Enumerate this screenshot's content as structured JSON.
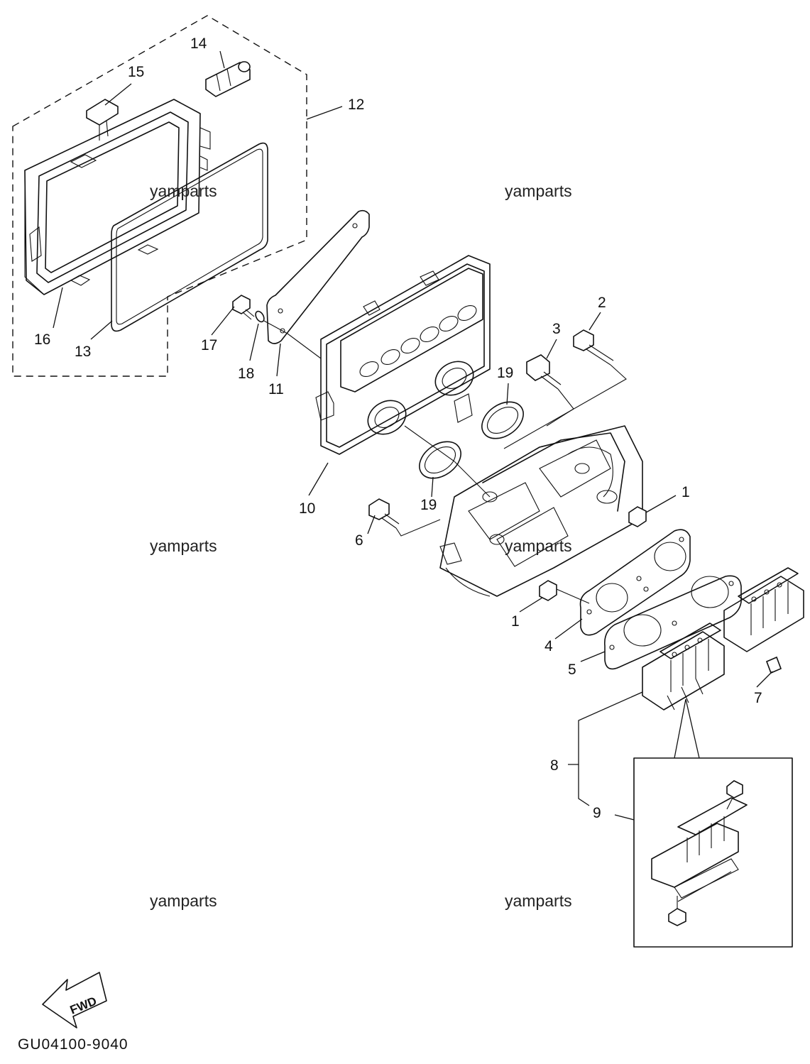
{
  "diagram": {
    "part_code": "GU04100-9040",
    "direction_label": "FWD",
    "watermark": "yamparts",
    "callouts": {
      "c1a": "1",
      "c1b": "1",
      "c2": "2",
      "c3": "3",
      "c4": "4",
      "c5": "5",
      "c6": "6",
      "c7": "7",
      "c8": "8",
      "c9": "9",
      "c10": "10",
      "c11": "11",
      "c12": "12",
      "c13": "13",
      "c14": "14",
      "c15": "15",
      "c16": "16",
      "c17": "17",
      "c18": "18",
      "c19a": "19",
      "c19b": "19"
    }
  }
}
